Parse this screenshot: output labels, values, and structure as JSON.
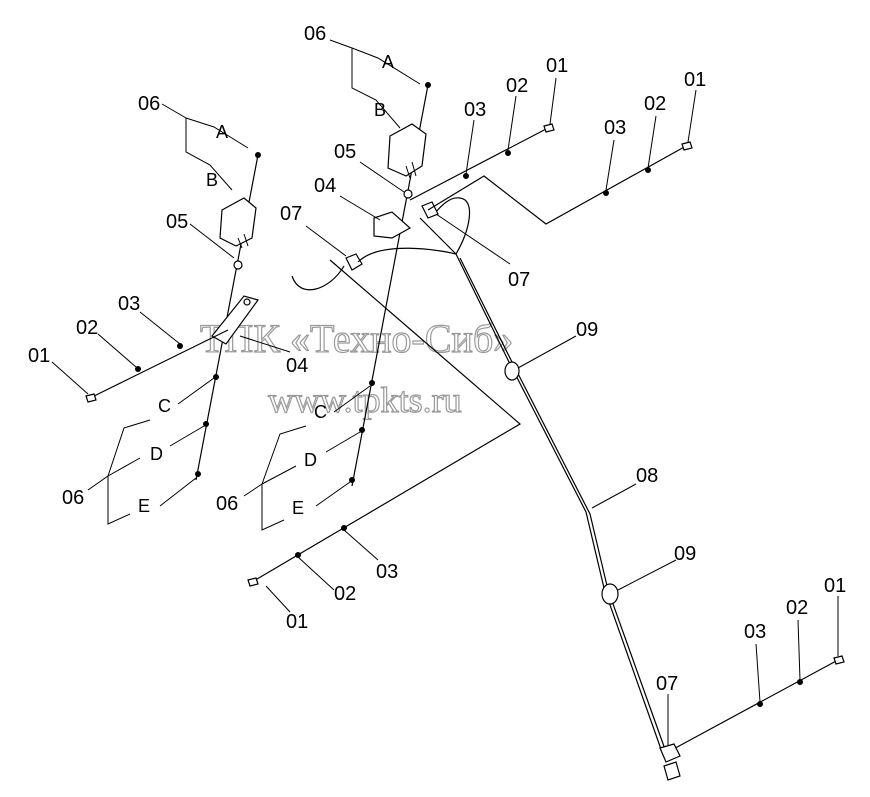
{
  "watermark": {
    "line1": "ТПК «Техно-Сиб»",
    "line2": "www.tpkts.ru"
  },
  "labels": {
    "l01": "01",
    "l02": "02",
    "l03": "03",
    "l04": "04",
    "l05": "05",
    "l06": "06",
    "l07": "07",
    "l08": "08",
    "l09": "09"
  },
  "letters": {
    "A": "A",
    "B": "B",
    "C": "C",
    "D": "D",
    "E": "E"
  }
}
